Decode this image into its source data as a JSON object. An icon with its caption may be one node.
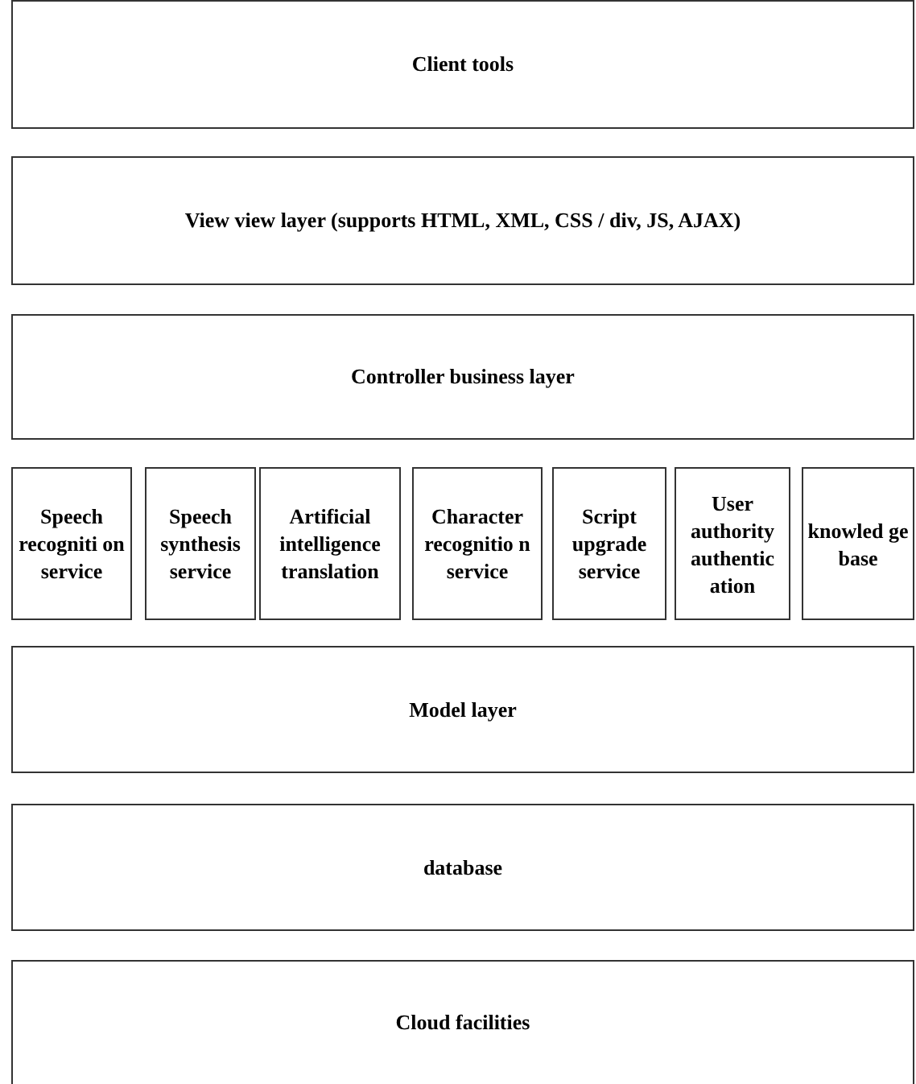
{
  "diagram": {
    "nodes": [
      {
        "text": [
          "Client tools"
        ]
      },
      {
        "text": [
          "View view layer (supports HTML, XML, CSS / div, JS, AJAX)"
        ]
      },
      {
        "text": [
          "Controller business layer"
        ]
      },
      {
        "text": [
          "Speech recogniti on service"
        ]
      },
      {
        "text": [
          "Speech synthesis service"
        ]
      },
      {
        "text": [
          "Artificial intelligence translation"
        ]
      },
      {
        "text": [
          "Character recognitio n service"
        ]
      },
      {
        "text": [
          "Script upgrade service"
        ]
      },
      {
        "text": [
          "User authority authentic ation"
        ]
      },
      {
        "text": [
          "knowled ge base"
        ]
      },
      {
        "text": [
          "Model layer"
        ]
      },
      {
        "text": [
          "database"
        ]
      },
      {
        "text": [
          "Cloud facilities"
        ]
      }
    ]
  }
}
